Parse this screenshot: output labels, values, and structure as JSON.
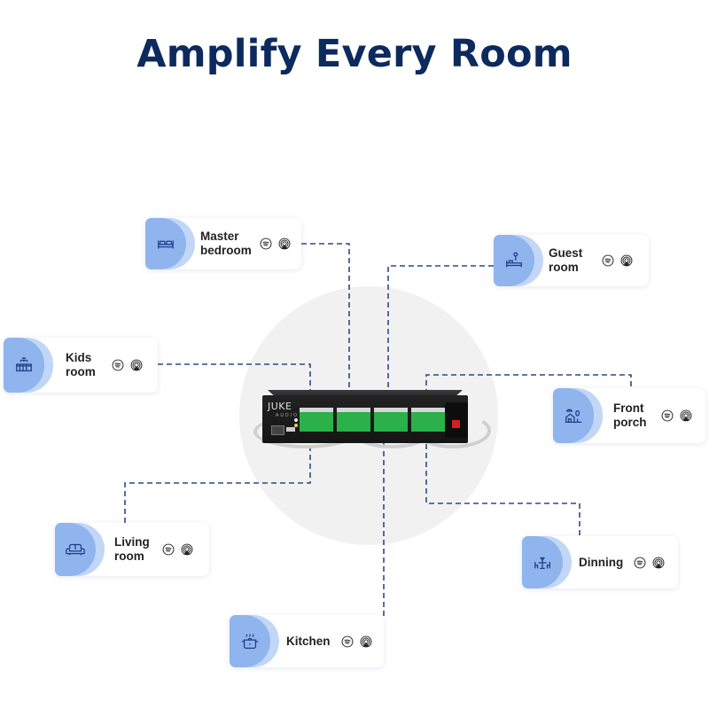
{
  "page": {
    "title": "Amplify Every Room"
  },
  "device": {
    "brand": "JUKE",
    "brand_sub": "AUDIO",
    "zone_count": 4
  },
  "colors": {
    "title": "#0d2a5e",
    "connector_line": "#2c4a85",
    "badge": "#8fb4ee",
    "badge_back": "#c2d6f6",
    "icon_stroke": "#1f3f86"
  },
  "rooms": [
    {
      "id": "master-bedroom",
      "label_line1": "Master",
      "label_line2": "bedroom",
      "icon": "bed-icon",
      "services": [
        "spotify-icon",
        "airplay-icon"
      ]
    },
    {
      "id": "guest-room",
      "label_line1": "Guest",
      "label_line2": "room",
      "icon": "guest-bed-lamp-icon",
      "services": [
        "spotify-icon",
        "airplay-icon"
      ]
    },
    {
      "id": "kids-room",
      "label_line1": "Kids",
      "label_line2": "room",
      "icon": "crib-mobile-icon",
      "services": [
        "spotify-icon",
        "airplay-icon"
      ]
    },
    {
      "id": "front-porch",
      "label_line1": "Front",
      "label_line2": "porch",
      "icon": "house-tree-icon",
      "services": [
        "spotify-icon",
        "airplay-icon"
      ]
    },
    {
      "id": "living-room",
      "label_line1": "Living",
      "label_line2": "room",
      "icon": "sofa-icon",
      "services": [
        "spotify-icon",
        "airplay-icon"
      ]
    },
    {
      "id": "dinning",
      "label_line1": "Dinning",
      "label_line2": "",
      "icon": "dining-table-icon",
      "services": [
        "spotify-icon",
        "airplay-icon"
      ]
    },
    {
      "id": "kitchen",
      "label_line1": "Kitchen",
      "label_line2": "",
      "icon": "cooking-pot-icon",
      "services": [
        "spotify-icon",
        "airplay-icon"
      ]
    }
  ]
}
